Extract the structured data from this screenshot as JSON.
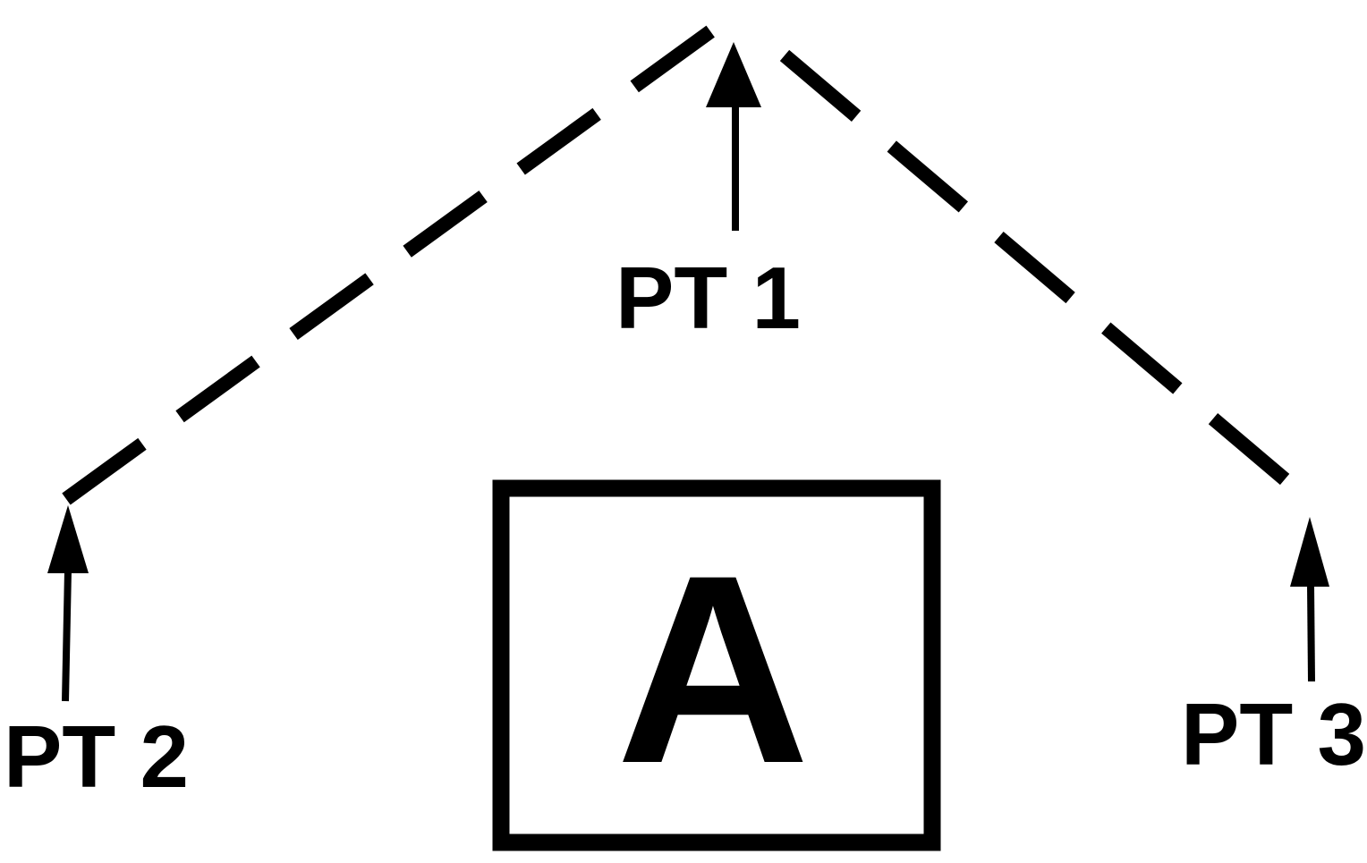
{
  "diagram": {
    "points": [
      {
        "id": "pt1",
        "label": "PT 1"
      },
      {
        "id": "pt2",
        "label": "PT 2"
      },
      {
        "id": "pt3",
        "label": "PT 3"
      }
    ],
    "center_box": {
      "label": "A"
    },
    "colors": {
      "stroke": "#000000",
      "background": "#ffffff"
    }
  }
}
